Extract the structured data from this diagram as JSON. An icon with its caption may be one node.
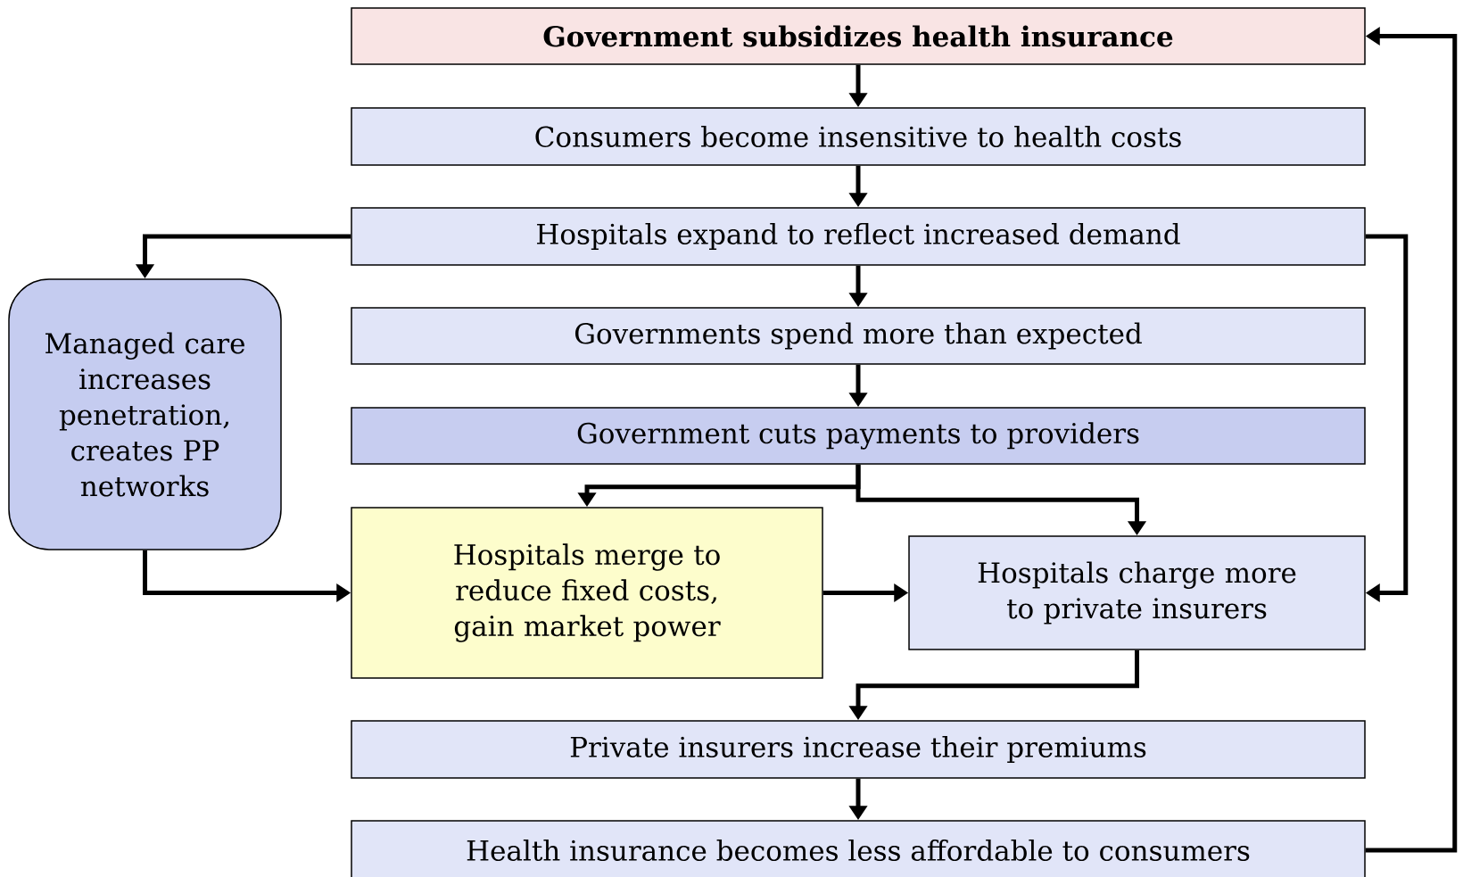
{
  "diagram": {
    "nodes": [
      {
        "text": [
          "Government subsidizes health insurance"
        ]
      },
      {
        "text": [
          "Consumers become insensitive to health costs"
        ]
      },
      {
        "text": [
          "Hospitals expand to reflect increased demand"
        ]
      },
      {
        "text": [
          "Governments spend more than expected"
        ]
      },
      {
        "text": [
          "Government cuts payments to providers"
        ]
      },
      {
        "text": [
          "Managed care increases penetration, creates PP networks"
        ]
      },
      {
        "text": [
          "Hospitals merge to reduce fixed costs, gain market power"
        ]
      },
      {
        "text": [
          "Hospitals charge more to private insurers"
        ]
      },
      {
        "text": [
          "Private insurers increase their premiums"
        ]
      },
      {
        "text": [
          "Health insurance becomes less affordable to consumers"
        ]
      }
    ],
    "edges": [
      {
        "from": 0,
        "to": 1,
        "arrow": "to"
      },
      {
        "from": 1,
        "to": 2,
        "arrow": "to"
      },
      {
        "from": 2,
        "to": 3,
        "arrow": "to"
      },
      {
        "from": 3,
        "to": 4,
        "arrow": "to"
      },
      {
        "from": 2,
        "to": 5,
        "arrow": "to"
      },
      {
        "from": 4,
        "to": 6,
        "arrow": "to"
      },
      {
        "from": 4,
        "to": 7,
        "arrow": "to"
      },
      {
        "from": 5,
        "to": 6,
        "arrow": "to"
      },
      {
        "from": 6,
        "to": 7,
        "arrow": "to"
      },
      {
        "from": 2,
        "to": 7,
        "arrow": "to"
      },
      {
        "from": 7,
        "to": 8,
        "arrow": "to"
      },
      {
        "from": 8,
        "to": 9,
        "arrow": "to"
      },
      {
        "from": 9,
        "to": 0,
        "arrow": "to"
      }
    ]
  }
}
